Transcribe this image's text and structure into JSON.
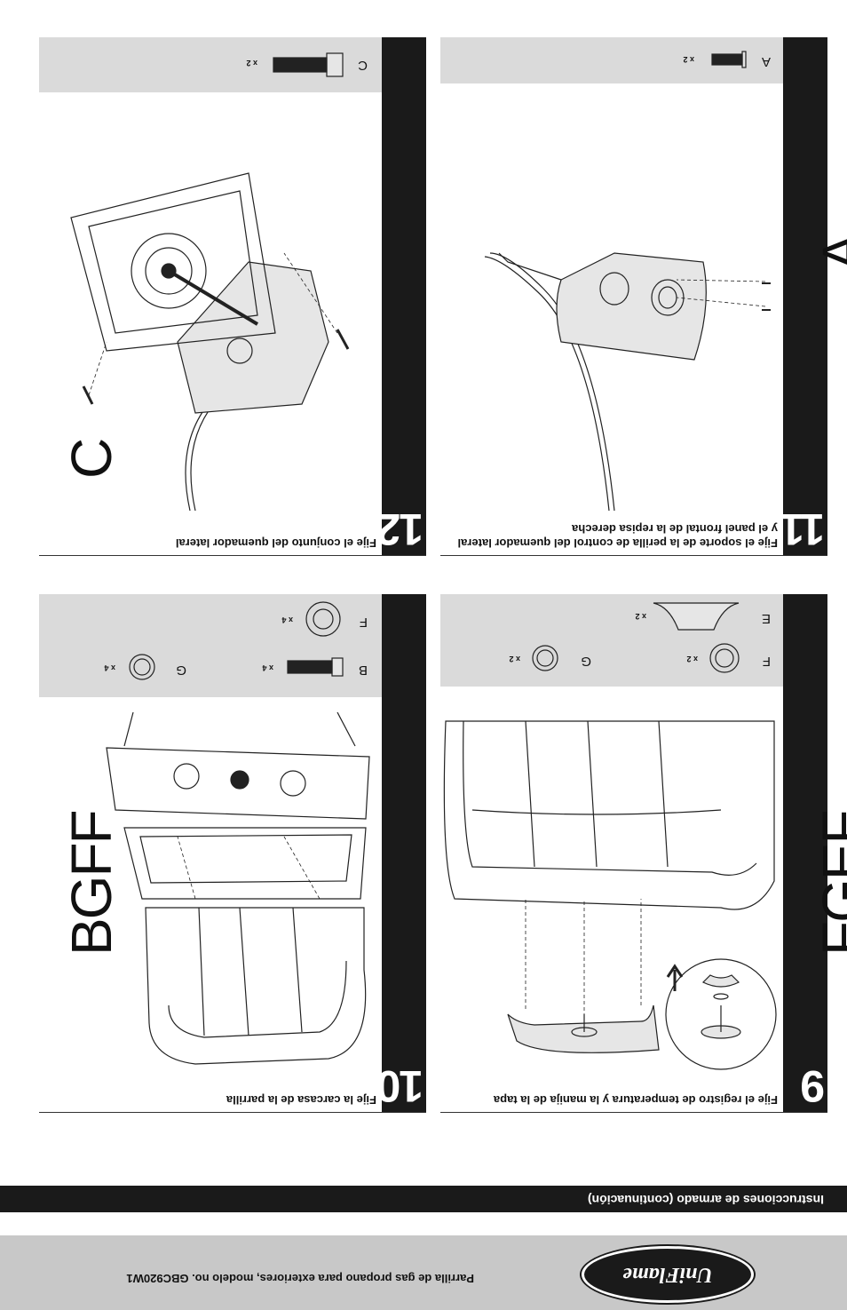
{
  "brand": {
    "logo_text": "UniFlame"
  },
  "header": {
    "doc_title": "Parrilla de gas propano para exteriores, modelo no. GBC920W1",
    "section_title": "Instrucciones de armado (continuación)"
  },
  "steps": [
    {
      "number": "9",
      "title": "Fije el registro de temperatura y la manija de la tapa",
      "callout_letters": "FGEF",
      "parts": [
        {
          "letter": "F",
          "qty": "x 2"
        },
        {
          "letter": "G",
          "qty": "x 2"
        },
        {
          "letter": "E",
          "qty": "x 2"
        }
      ]
    },
    {
      "number": "10",
      "title": "Fije la carcasa de la parrilla",
      "callout_letters": "BGFF",
      "parts": [
        {
          "letter": "B",
          "qty": "x 4"
        },
        {
          "letter": "G",
          "qty": "x 4"
        },
        {
          "letter": "F",
          "qty": "x 4"
        }
      ]
    },
    {
      "number": "11",
      "title": "Fije el soporte de la perilla de control del quemador lateral y el panel frontal de la repisa derecha",
      "callout_letters": "A",
      "parts": [
        {
          "letter": "A",
          "qty": "x 2"
        }
      ]
    },
    {
      "number": "12",
      "title": "Fije el conjunto del quemador lateral",
      "callout_letters": "C",
      "parts": [
        {
          "letter": "C",
          "qty": "x 2"
        }
      ]
    }
  ]
}
